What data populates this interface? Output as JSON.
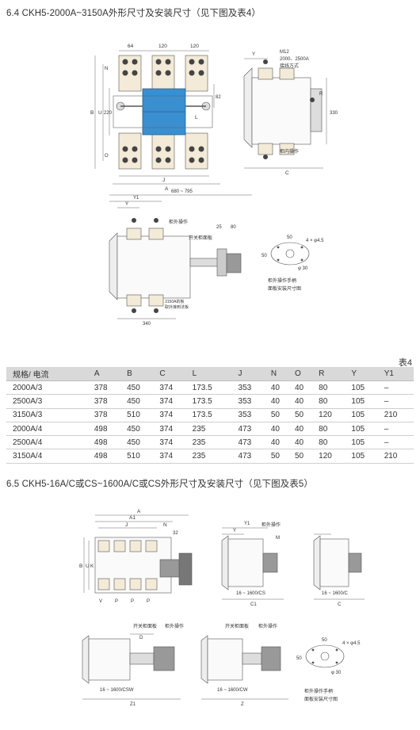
{
  "section1": {
    "title": "6.4 CKH5-2000A~3150A外形尺寸及安装尺寸（见下图及表4）"
  },
  "drawing1": {
    "top_dims": [
      "64",
      "120",
      "120"
    ],
    "side_labels": [
      "B",
      "U",
      "220",
      "L",
      "N",
      "O",
      "82"
    ],
    "bottom_dims": [
      "J",
      "A"
    ],
    "side_view": {
      "m12": "M12",
      "note1": "2000、2500A",
      "note2": "接线方式",
      "y": "Y",
      "r": "R",
      "d330": "330",
      "inner": "柜内操作",
      "c": "C"
    },
    "lower_view": {
      "dim": "680 ~ 795",
      "y1": "Y1",
      "y": "Y",
      "outer": "柜外操作",
      "d25": "25",
      "d80": "80",
      "panel": "开关柜面板",
      "note3a": "3150A的板",
      "note3b": "取外接到法板",
      "d340": "340"
    },
    "hole": {
      "d50a": "50",
      "d50b": "50",
      "holes": "4 × φ4.5",
      "phi30": "φ 30",
      "cap1": "柜外操作手柄",
      "cap2": "面板安装尺寸图"
    }
  },
  "table": {
    "label": "表4",
    "headers": [
      "规格/ 电流",
      "A",
      "B",
      "C",
      "L",
      "J",
      "N",
      "O",
      "R",
      "Y",
      "Y1"
    ],
    "rows": [
      [
        "2000A/3",
        "378",
        "450",
        "374",
        "173.5",
        "353",
        "40",
        "40",
        "80",
        "105",
        "–"
      ],
      [
        "2500A/3",
        "378",
        "450",
        "374",
        "173.5",
        "353",
        "40",
        "40",
        "80",
        "105",
        "–"
      ],
      [
        "3150A/3",
        "378",
        "510",
        "374",
        "173.5",
        "353",
        "50",
        "50",
        "120",
        "105",
        "210"
      ],
      [
        "2000A/4",
        "498",
        "450",
        "374",
        "235",
        "473",
        "40",
        "40",
        "80",
        "105",
        "–"
      ],
      [
        "2500A/4",
        "498",
        "450",
        "374",
        "235",
        "473",
        "40",
        "40",
        "80",
        "105",
        "–"
      ],
      [
        "3150A/4",
        "498",
        "510",
        "374",
        "235",
        "473",
        "50",
        "50",
        "120",
        "105",
        "210"
      ]
    ]
  },
  "section2": {
    "title": "6.5 CKH5-16A/C或CS~1600A/C或CS外形尺寸及安装尺寸（见下图及表5）"
  },
  "drawing2": {
    "top": {
      "a": "A",
      "a1": "A1",
      "j": "J",
      "n": "N",
      "d32": "32",
      "y1": "Y1",
      "y": "Y",
      "outer": "柜外操作",
      "m": "M"
    },
    "side_labels": [
      "B",
      "U",
      "K"
    ],
    "bottom": [
      "V",
      "P",
      "P",
      "P"
    ],
    "cs_label": "16 ~ 1600/CS",
    "c1": "C1",
    "c_label": "16 ~ 1600/C",
    "c": "C",
    "low": {
      "panel1": "开关柜面板",
      "outer1": "柜外操作",
      "d": "D",
      "csw": "16 ~ 1600/CSW",
      "z1": "Z1",
      "panel2": "开关柜面板",
      "outer2": "柜外操作",
      "cw": "16 ~ 1600/CW",
      "z": "Z"
    },
    "hole": {
      "d50a": "50",
      "d50b": "50",
      "holes": "4 × φ4.5",
      "phi30": "φ 30",
      "cap1": "柜外操作手柄",
      "cap2": "面板安装尺寸图"
    }
  }
}
